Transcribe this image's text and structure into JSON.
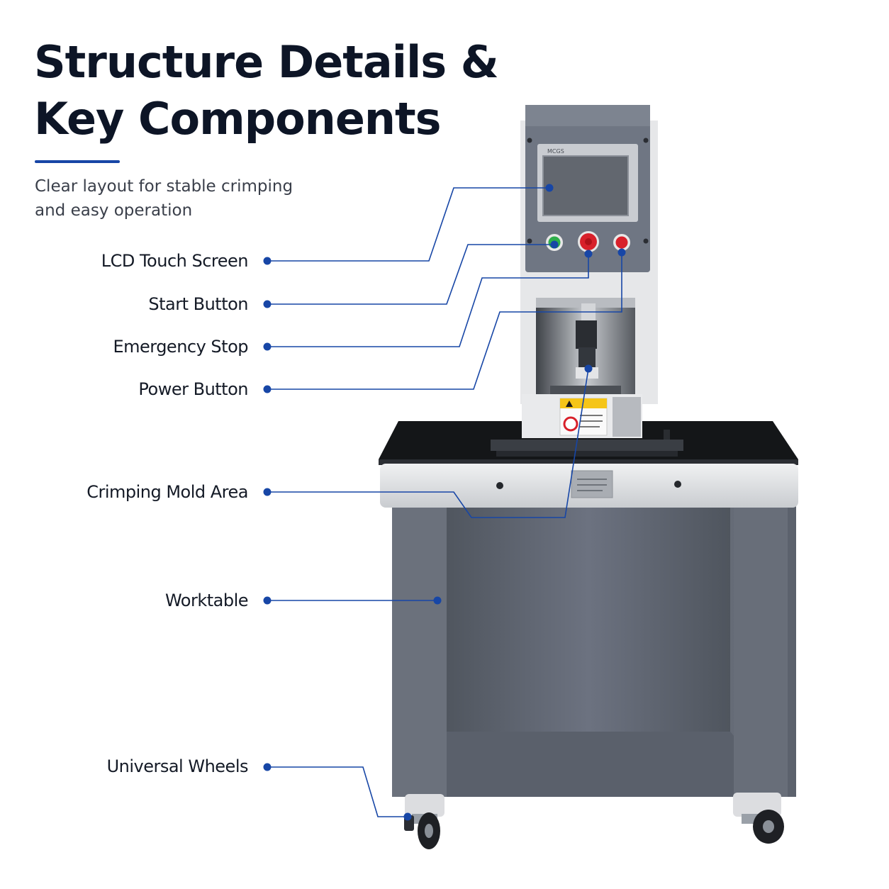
{
  "header": {
    "title_line1": "Structure Details &",
    "title_line2": "Key Components",
    "subtitle_line1": "Clear layout for stable crimping",
    "subtitle_line2": "and easy operation"
  },
  "callouts": [
    {
      "id": "lcd-touch-screen",
      "label": "LCD Touch Screen"
    },
    {
      "id": "start-button",
      "label": "Start Button"
    },
    {
      "id": "emergency-stop",
      "label": "Emergency Stop"
    },
    {
      "id": "power-button",
      "label": "Power Button"
    },
    {
      "id": "crimping-mold-area",
      "label": "Crimping Mold Area"
    },
    {
      "id": "worktable",
      "label": "Worktable"
    },
    {
      "id": "universal-wheels",
      "label": "Universal Wheels"
    }
  ],
  "machine": {
    "panel_brand": "MCGS"
  },
  "colors": {
    "accent": "#1746a6",
    "title": "#0d1526",
    "start_button": "#2eae4a",
    "stop_button": "#d8202a",
    "body_gray": "#6d7482",
    "frame_silver": "#d9dbde"
  }
}
